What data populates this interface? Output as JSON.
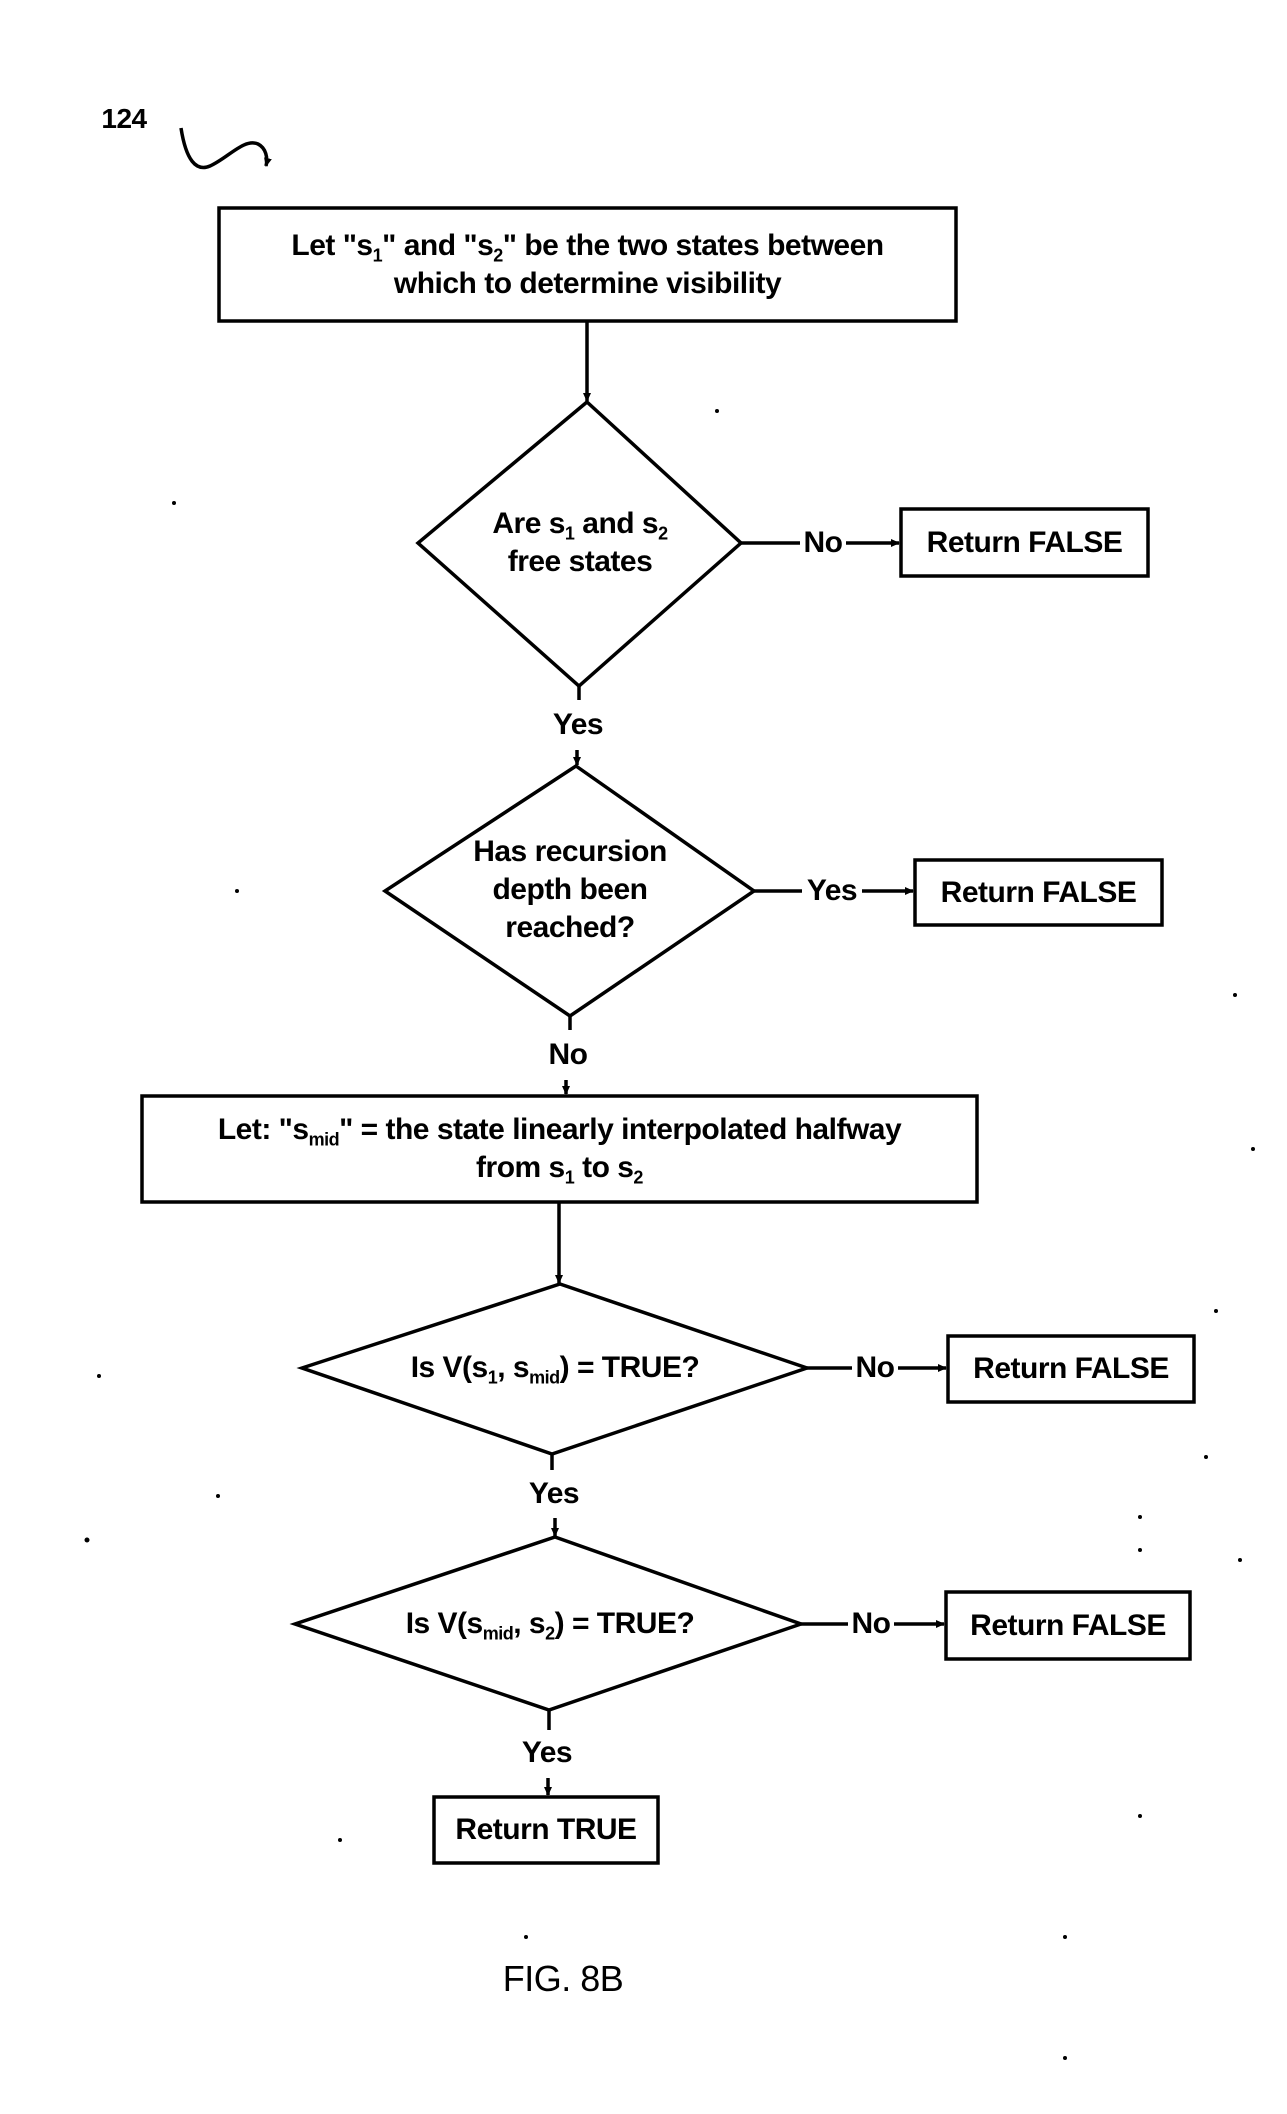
{
  "figure": {
    "reference_number": "124",
    "caption": "FIG. 8B"
  },
  "nodes": {
    "start": {
      "line1_a": "Let \"s",
      "line1_sub1": "1",
      "line1_b": "\" and \"s",
      "line1_sub2": "2",
      "line1_c": "\" be the two states between",
      "line2": "which to determine visibility"
    },
    "decision_free": {
      "line1_a": "Are s",
      "line1_sub1": "1",
      "line1_b": " and s",
      "line1_sub2": "2",
      "line2": "free states"
    },
    "decision_depth": {
      "line1": "Has recursion",
      "line2": "depth been",
      "line3": "reached?"
    },
    "midpoint": {
      "line1_a": "Let: \"s",
      "line1_sub": "mid",
      "line1_b": "\" = the state linearly interpolated halfway",
      "line2_a": "from s",
      "line2_sub1": "1",
      "line2_b": " to s",
      "line2_sub2": "2"
    },
    "decision_first_half": {
      "a": "Is V(s",
      "sub1": "1",
      "b": ", s",
      "sub2": "mid",
      "c": ") = TRUE?"
    },
    "decision_second_half": {
      "a": "Is V(s",
      "sub1": "mid",
      "b": ", s",
      "sub2": "2",
      "c": ") = TRUE?"
    },
    "return_false_1": "Return FALSE",
    "return_false_2": "Return FALSE",
    "return_false_3": "Return FALSE",
    "return_false_4": "Return FALSE",
    "return_true": "Return TRUE"
  },
  "edges": {
    "free_no": "No",
    "free_yes": "Yes",
    "depth_yes": "Yes",
    "depth_no": "No",
    "first_no": "No",
    "first_yes": "Yes",
    "second_no": "No",
    "second_yes": "Yes"
  }
}
